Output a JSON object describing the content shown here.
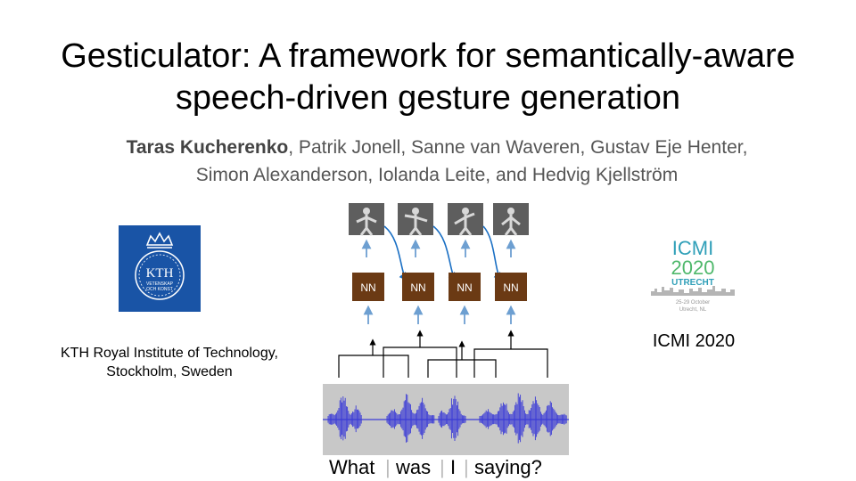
{
  "slide": {
    "title_line1": "Gesticulator: A framework for semantically-aware",
    "title_line2": "speech-driven gesture generation",
    "first_author": "Taras Kucherenko",
    "authors_rest_line1": ", Patrik Jonell, Sanne van Waveren, Gustav Eje Henter,",
    "authors_line2": "Simon Alexanderson, Iolanda Leite, and Hedvig Kjellström"
  },
  "left_panel": {
    "kth_logo_text": "KTH",
    "kth_logo_sub1": "VETENSKAP",
    "kth_logo_sub2": "OCH KONST",
    "caption_line1": "KTH Royal Institute of Technology,",
    "caption_line2": "Stockholm, Sweden"
  },
  "right_panel": {
    "logo_line1": "ICMI",
    "logo_line2": "2020",
    "logo_line3": "UTRECHT",
    "logo_line4": "25-29 October",
    "logo_line5": "Utrecht, NL",
    "caption": "ICMI 2020"
  },
  "diagram": {
    "nn_label": "NN",
    "words": [
      "What",
      "was",
      "I",
      "saying?"
    ],
    "separator": "|",
    "colors": {
      "nn_box": "#6b3a14",
      "arrow_blue": "#6d9fd1",
      "recurrent_blue": "#1a6fc4",
      "waveform": "#3b3bd6",
      "waveform_bg": "#c8c8c8"
    }
  }
}
